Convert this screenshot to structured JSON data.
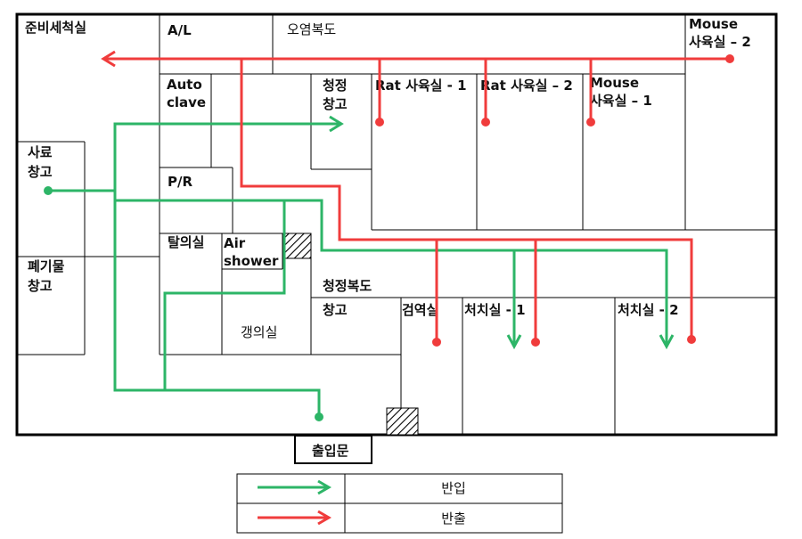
{
  "rooms": {
    "prep_wash": "준비세척실",
    "al": "A/L",
    "contaminated_corridor": "오염복도",
    "mouse2_a": "Mouse",
    "mouse2_b": "사육실 – 2",
    "autoclave_a": "Auto",
    "autoclave_b": "clave",
    "clean_storage_a": "청정",
    "clean_storage_b": "창고",
    "rat1": "Rat 사육실 - 1",
    "rat2": "Rat 사육실 – 2",
    "mouse1_a": "Mouse",
    "mouse1_b": "사육실 – 1",
    "feed_storage_a": "사료",
    "feed_storage_b": "창고",
    "pr": "P/R",
    "undress": "탈의실",
    "air_shower_a": "Air",
    "air_shower_b": "shower",
    "waste_storage_a": "폐기물",
    "waste_storage_b": "창고",
    "clean_corridor": "청정복도",
    "storage": "창고",
    "quarantine": "검역실",
    "treatment1": "처치실 - 1",
    "treatment2": "처치실 - 2",
    "dressing": "갱의실",
    "entrance": "출입문"
  },
  "legend": {
    "in_label": "반입",
    "out_label": "반출"
  },
  "colors": {
    "in_route": "#2db567",
    "out_route": "#f03c3c",
    "wall": "#000000"
  }
}
